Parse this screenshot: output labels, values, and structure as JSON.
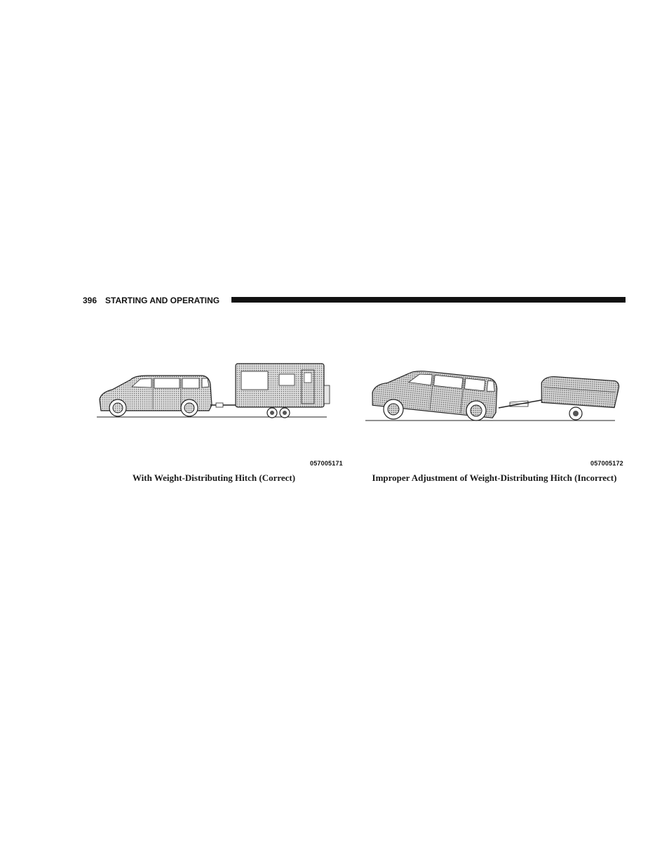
{
  "header": {
    "page_number": "396",
    "section_title": "STARTING AND OPERATING"
  },
  "figures": [
    {
      "id_code": "057005171",
      "caption": "With Weight-Distributing Hitch (Correct)"
    },
    {
      "id_code": "057005172",
      "caption": "Improper Adjustment of Weight-Distributing Hitch (Incorrect)"
    }
  ]
}
